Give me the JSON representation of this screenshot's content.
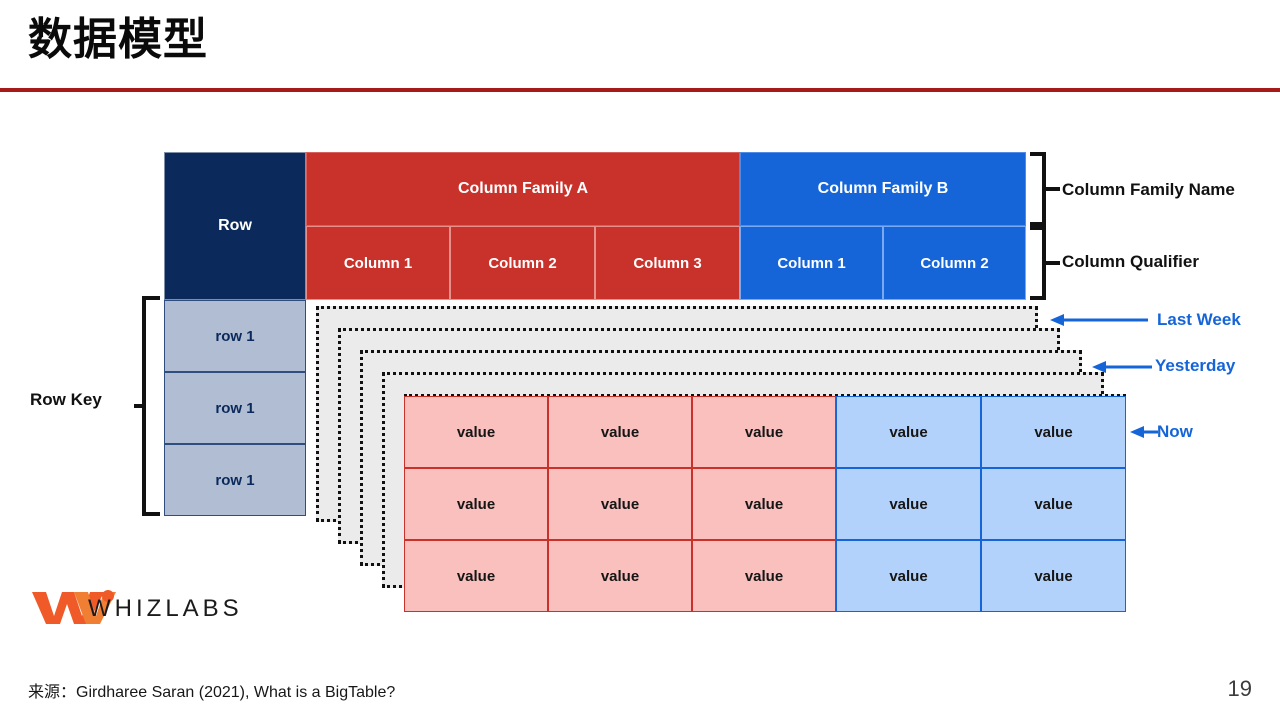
{
  "slide": {
    "title": "数据模型",
    "page_number": "19",
    "accent_rule_color": "#a61a1a"
  },
  "diagram": {
    "row_header_label": "Row",
    "column_families": [
      {
        "name": "Column Family A",
        "color": "#c8322b",
        "qualifiers": [
          "Column 1",
          "Column 2",
          "Column 3"
        ]
      },
      {
        "name": "Column Family B",
        "color": "#1565d8",
        "qualifiers": [
          "Column 1",
          "Column 2"
        ]
      }
    ],
    "qualifiers_flat": [
      "Column 1",
      "Column 2",
      "Column 3",
      "Column 1",
      "Column 2"
    ],
    "row_keys": [
      "row 1",
      "row 1",
      "row 1"
    ],
    "row_key_bracket_label": "Row Key",
    "value_cell_text": "value",
    "value_rows": [
      [
        "value",
        "value",
        "value",
        "value",
        "value"
      ],
      [
        "value",
        "value",
        "value",
        "value",
        "value"
      ],
      [
        "value",
        "value",
        "value",
        "value",
        "value"
      ]
    ],
    "annotations": {
      "column_family_name": "Column Family Name",
      "column_qualifier": "Column Qualifier"
    },
    "timeline": [
      {
        "label": "Last Week",
        "color": "#1565d8"
      },
      {
        "label": "Yesterday",
        "color": "#1565d8"
      },
      {
        "label": "Now",
        "color": "#1565d8"
      }
    ],
    "version_layer_count": 5,
    "colors": {
      "row_header": "#0b2a5b",
      "row_key_cell": "#b0bdd3",
      "family_a": "#c8322b",
      "family_b": "#1565d8",
      "value_red": "#f9c0bd",
      "value_blue": "#b3d2fb",
      "layer_fill": "#ebebeb"
    }
  },
  "logo": {
    "brand": "WHIZLABS",
    "mark_color": "#ef5a28"
  },
  "footer": {
    "source": "来源：Girdharee Saran (2021), What is a BigTable?"
  }
}
